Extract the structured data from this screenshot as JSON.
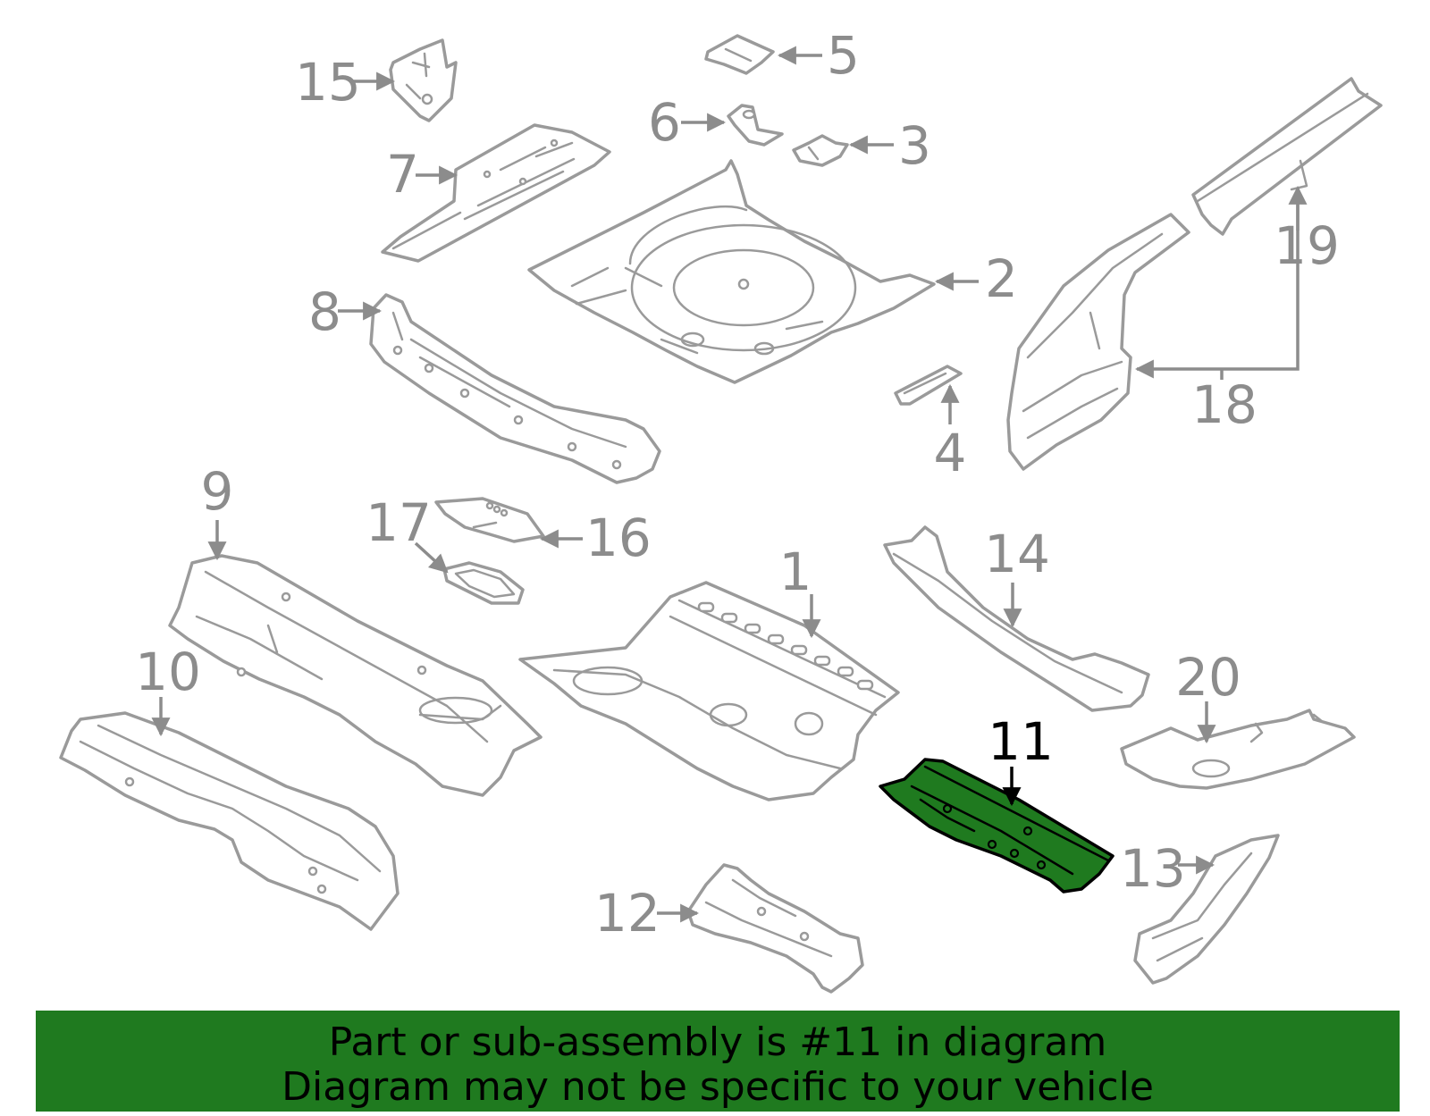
{
  "diagram": {
    "callouts": [
      "1",
      "2",
      "3",
      "4",
      "5",
      "6",
      "7",
      "8",
      "9",
      "10",
      "11",
      "12",
      "13",
      "14",
      "15",
      "16",
      "17",
      "18",
      "19",
      "20"
    ],
    "highlighted_callout": "11",
    "highlight_color": "#1f7a1f",
    "outline_color": "#9a9a9a"
  },
  "banner": {
    "line1": "Part or sub-assembly is #11 in diagram",
    "line2": "Diagram may not be specific to your vehicle",
    "background": "#1f7a1f"
  }
}
